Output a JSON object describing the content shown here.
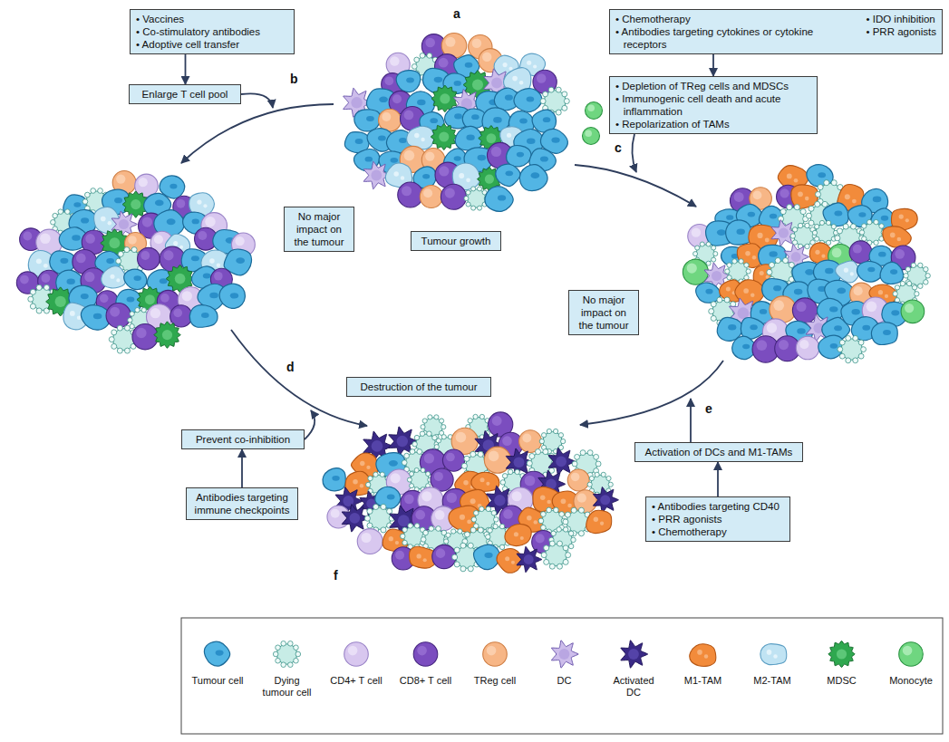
{
  "diagram": {
    "nodes": [
      {
        "text": [
          "• Vaccines",
          "• Co-stimulatory antibodies",
          "• Adoptive cell transfer"
        ]
      },
      {
        "text": [
          "• Chemotherapy",
          "• Antibodies targeting cytokines or cytokine receptors",
          "• IDO inhibition",
          "• PRR agonists"
        ]
      },
      {
        "text": [
          "Enlarge T cell pool"
        ]
      },
      {
        "text": [
          "• Depletion of TReg cells and MDSCs",
          "• Immunogenic cell death and acute inflammation",
          "• Repolarization of TAMs"
        ]
      },
      {
        "text": [
          "Tumour growth"
        ]
      },
      {
        "text": [
          "No major impact on the tumour"
        ]
      },
      {
        "text": [
          "No major impact on the tumour"
        ]
      },
      {
        "text": [
          "Destruction of the tumour"
        ]
      },
      {
        "text": [
          "Prevent co-inhibition"
        ]
      },
      {
        "text": [
          "Activation of DCs and M1-TAMs"
        ]
      },
      {
        "text": [
          "Antibodies targeting immune checkpoints"
        ]
      },
      {
        "text": [
          "• Antibodies targeting CD40",
          "• PRR agonists",
          "• Chemotherapy"
        ]
      }
    ],
    "edges": [
      {
        "from": 0,
        "to": 2,
        "arrow": "to"
      },
      {
        "from": 1,
        "to": 3,
        "arrow": "to"
      },
      {
        "from": 10,
        "to": 8,
        "arrow": "to"
      },
      {
        "from": 11,
        "to": 9,
        "arrow": "to"
      }
    ],
    "labels": [
      "a",
      "b",
      "c",
      "d",
      "e",
      "f"
    ],
    "legend": [
      {
        "text": "Tumour cell"
      },
      {
        "text": "Dying tumour cell"
      },
      {
        "text": "CD4+ T cell"
      },
      {
        "text": "CD8+ T cell"
      },
      {
        "text": "TReg cell"
      },
      {
        "text": "DC"
      },
      {
        "text": "Activated DC"
      },
      {
        "text": "M1-TAM"
      },
      {
        "text": "M2-TAM"
      },
      {
        "text": "MDSC"
      },
      {
        "text": "Monocyte"
      }
    ]
  }
}
